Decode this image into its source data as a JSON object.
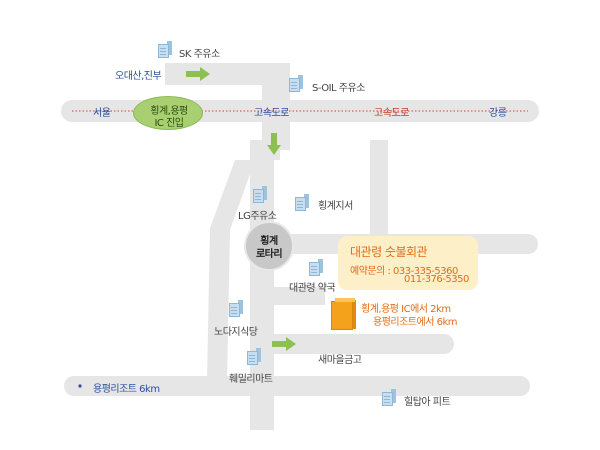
{
  "title_box": {
    "name": "대관령 숫불회관",
    "phone_line1": "예약문의 : 033-335-5360",
    "phone_line2": "011-376-5350"
  },
  "distance_note": {
    "line1": "횡계,용평 IC에서 2km",
    "line2": "용평리조트에서 6km"
  },
  "interchange": {
    "line1": "횡계,용평",
    "line2": "IC 진입"
  },
  "rotary": {
    "line1": "횡계",
    "line2": "로타리"
  },
  "roads": {
    "seoul": "서울",
    "gangneung": "강릉",
    "highway1": "고속도로",
    "highway2": "고속도로",
    "odaesan": "오대산,진부",
    "yongpyong": "용평리조트 6km"
  },
  "landmarks": {
    "sk": "SK 주유소",
    "soil": "S-OIL 주유소",
    "lg": "LG주유소",
    "branch": "횡계지서",
    "pharmacy": "대관령 약국",
    "restaurant": "노다지식당",
    "bank": "새마을금고",
    "mart": "훼밀리마트",
    "hilltop": "힐탑아 피트"
  },
  "colors": {
    "road": "#e6e6e6",
    "highway_line": "#e03a3a",
    "arrow": "#8cc152",
    "label_blue": "#2b4f9e",
    "accent_orange": "#e06c1a",
    "callout_bg": "#fdf0c8"
  }
}
